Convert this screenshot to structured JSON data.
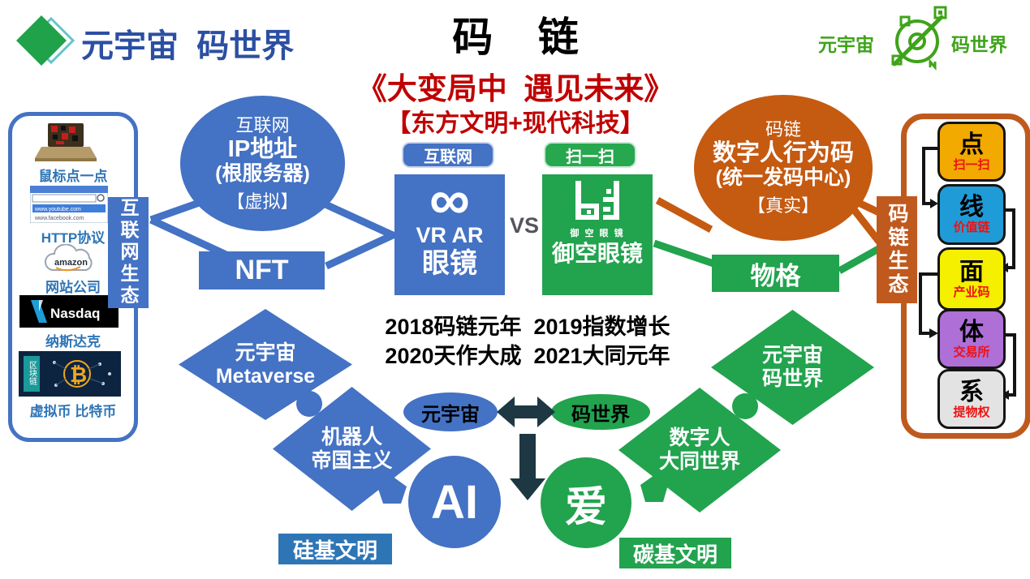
{
  "header": {
    "logo_left_text": "元宇宙  码世界",
    "title": "码    链",
    "subtitle_book": "《大变局中  遇见未来》",
    "subtitle_theme": "【东方文明+现代科技】",
    "logo_right": {
      "left_text": "元宇宙",
      "right_text": "码世界"
    }
  },
  "left_panel": {
    "band": "互联网生态",
    "items": [
      {
        "icon": "laptop-qr-icon",
        "label": "鼠标点一点"
      },
      {
        "icon": "browser-icon",
        "label": "HTTP协议",
        "rows": [
          "www.youtube.com",
          "www.facebook.com"
        ]
      },
      {
        "icon": "amazon-cloud-icon",
        "label": "网站公司",
        "icon_text": "amazon"
      },
      {
        "icon": "nasdaq-icon",
        "label": "纳斯达克",
        "icon_text": "Nasdaq"
      },
      {
        "icon": "bitcoin-icon",
        "label": "虚拟币 比特币",
        "icon_text": "区块链"
      }
    ]
  },
  "center": {
    "internet_circle": {
      "line1": "互联网",
      "line2": "IP地址",
      "line3": "(根服务器)",
      "line4": "【虚拟】"
    },
    "nft": "NFT",
    "vr_badge": "互联网",
    "vr_box": {
      "symbol": "∞",
      "line1": "VR AR",
      "line2": "眼镜"
    },
    "vs": "VS",
    "scan_badge": "扫一扫",
    "scan_box": {
      "small": "御 空 眼 镜",
      "label": "御空眼镜"
    },
    "codechain_circle": {
      "line1": "码链",
      "line2": "数字人行为码",
      "line3": "(统一发码中心)",
      "line4": "【真实】"
    },
    "wuge": "物格",
    "timeline_line1": "2018码链元年  2019指数增长",
    "timeline_line2": "2020天作大成  2021大同元年"
  },
  "right_panel": {
    "band": "码链生态",
    "items": [
      {
        "big": "点",
        "small": "扫一扫",
        "bg": "#F2A900"
      },
      {
        "big": "线",
        "small": "价值链",
        "bg": "#1F9CD7"
      },
      {
        "big": "面",
        "small": "产业码",
        "bg": "#F5EF00"
      },
      {
        "big": "体",
        "small": "交易所",
        "bg": "#AE6FD6"
      },
      {
        "big": "系",
        "small": "提物权",
        "bg": "#E3E3E3"
      }
    ]
  },
  "bottom": {
    "diamond_metaverse": {
      "line1": "元宇宙",
      "line2": "Metaverse"
    },
    "diamond_robot": {
      "line1": "机器人",
      "line2": "帝国主义"
    },
    "diamond_codeworld": {
      "line1": "元宇宙",
      "line2": "码世界"
    },
    "diamond_digital": {
      "line1": "数字人",
      "line2": "大同世界"
    },
    "ellipse_left": "元宇宙",
    "ellipse_right": "码世界",
    "ai_circle": "AI",
    "love_circle": "爱",
    "silicon_label": "硅基文明",
    "carbon_label": "碳基文明"
  },
  "colors": {
    "blue": "#4472C4",
    "deep_blue": "#2E75B6",
    "logo_blue": "#2B4FA2",
    "green": "#22A34E",
    "orange": "#C55A11",
    "title_red": "#C00000",
    "amber": "#F2A900",
    "cyan_blue": "#1F9CD7",
    "yellow": "#F5EF00",
    "purple": "#AE6FD6",
    "gray": "#E3E3E3",
    "accent_red": "#EE1111",
    "dark_arrow": "#1D3843",
    "logo_green": "#3FA31A"
  }
}
